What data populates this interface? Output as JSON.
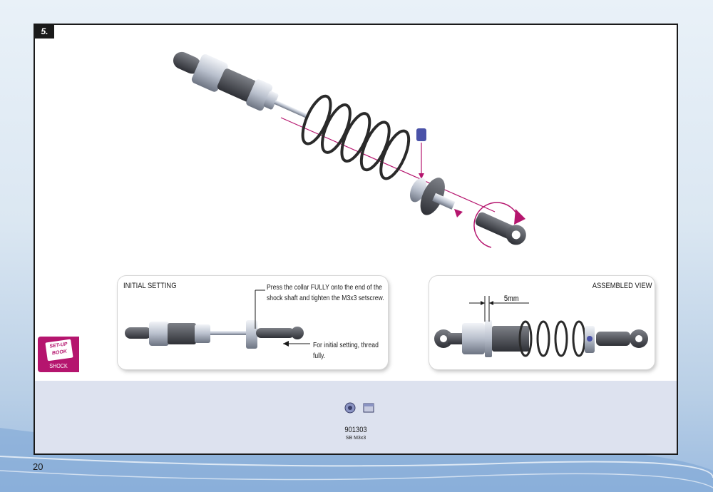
{
  "step": "5.",
  "initial_setting": {
    "title": "INITIAL SETTING",
    "note_collar": "Press the collar FULLY onto the end of the shock shaft and tighten the M3x3 setscrew.",
    "note_thread": "For initial setting, thread fully."
  },
  "assembled_view": {
    "title": "ASSEMBLED VIEW",
    "dimension": "5mm"
  },
  "parts": [
    {
      "number": "901303",
      "name": "SB M3x3"
    }
  ],
  "setup_book": {
    "badge": "SET-UP BOOK",
    "label": "SHOCK"
  },
  "page_number": "20",
  "colors": {
    "accent": "#b5156e",
    "frame": "#1a1a1a",
    "parts_bar": "#dde2ef"
  }
}
